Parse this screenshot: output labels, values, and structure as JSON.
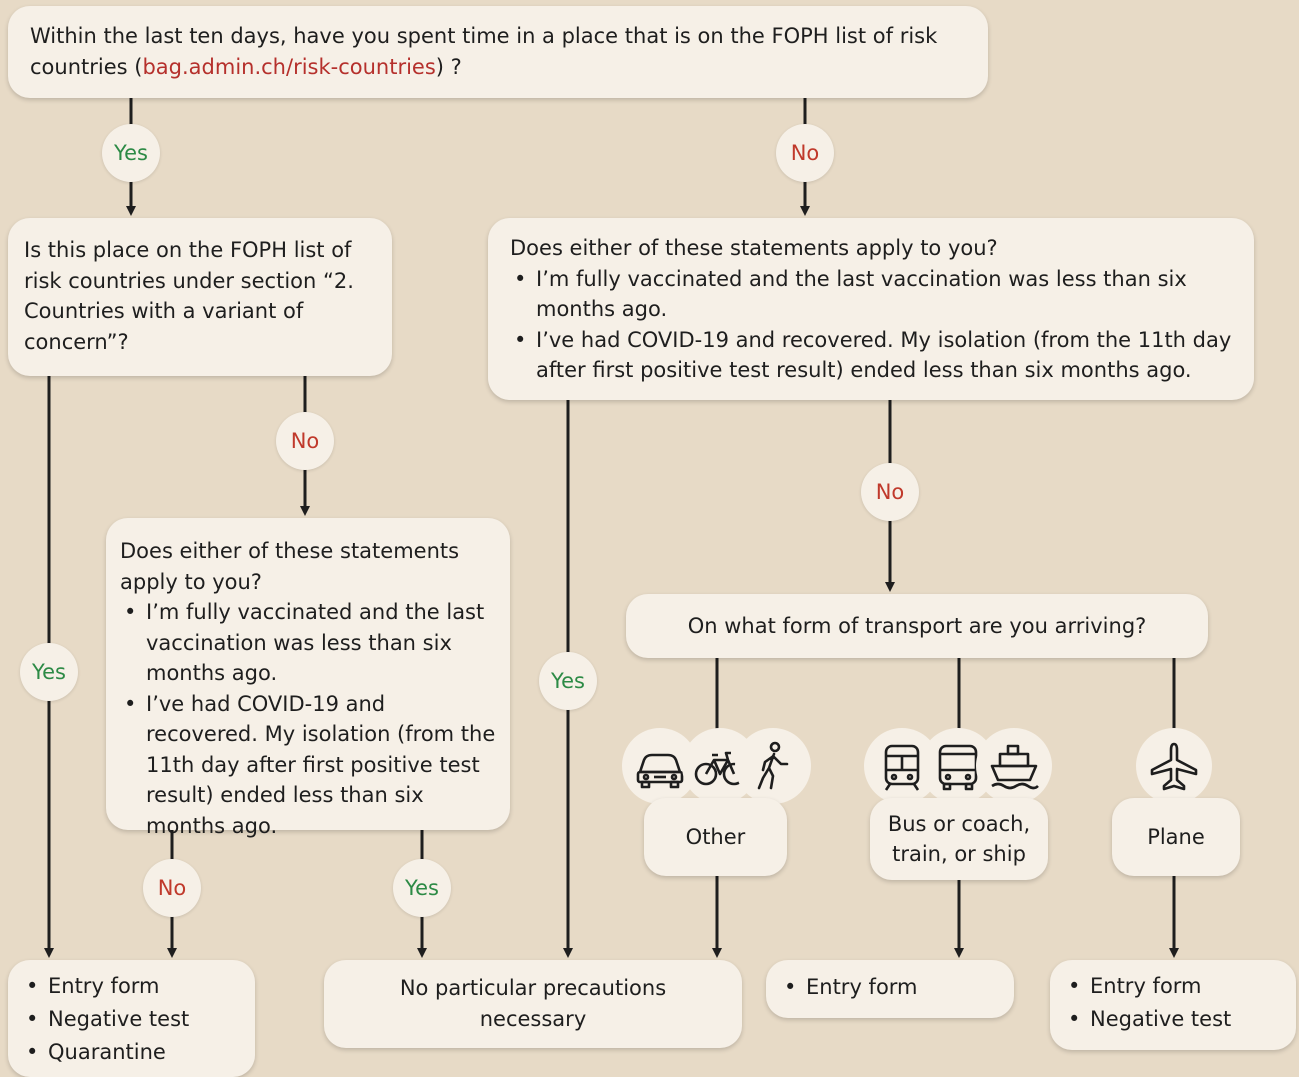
{
  "q1": {
    "text_before": "Within the last ten days, have you spent time in a place that is on the FOPH list of risk countries (",
    "link": "bag.admin.ch/risk-countries",
    "text_after": ") ?"
  },
  "q2": {
    "text": "Is this place on the FOPH list of risk countries under section “2. Countries with a variant of concern”?"
  },
  "q3": {
    "intro": "Does either of these statements apply to you?",
    "items": [
      "I’m fully vaccinated and the last vaccination was less than six months ago.",
      "I’ve had COVID-19 and recovered. My isolation (from the 11th day after first positive test result) ended less than six months ago."
    ]
  },
  "q4": {
    "intro": "Does either of these statements apply to you?",
    "items": [
      "I’m fully vaccinated and the last vaccination was less than six months ago.",
      "I’ve had COVID-19 and recovered. My isolation (from the 11th day after first positive test result) ended less than six months ago."
    ]
  },
  "q5": {
    "text": "On what form of transport are you arriving?"
  },
  "transport": {
    "other": "Other",
    "bus": "Bus or coach, train, or ship",
    "plane": "Plane"
  },
  "labels": {
    "yes": "Yes",
    "no": "No"
  },
  "outcomes": {
    "full": [
      "Entry form",
      "Negative test",
      "Quarantine"
    ],
    "none": "No particular precautions necessary",
    "entry": [
      "Entry form"
    ],
    "plane": [
      "Entry form",
      "Negative test"
    ]
  },
  "icons": {
    "other": [
      "car-icon",
      "bicycle-icon",
      "pedestrian-icon"
    ],
    "bus": [
      "train-icon",
      "bus-icon",
      "ship-icon"
    ],
    "plane": [
      "plane-icon"
    ]
  },
  "colors": {
    "background": "#e7dac6",
    "box": "#f6f0e7",
    "yes": "#2c8a45",
    "no": "#c0392b",
    "link": "#b5302c"
  }
}
